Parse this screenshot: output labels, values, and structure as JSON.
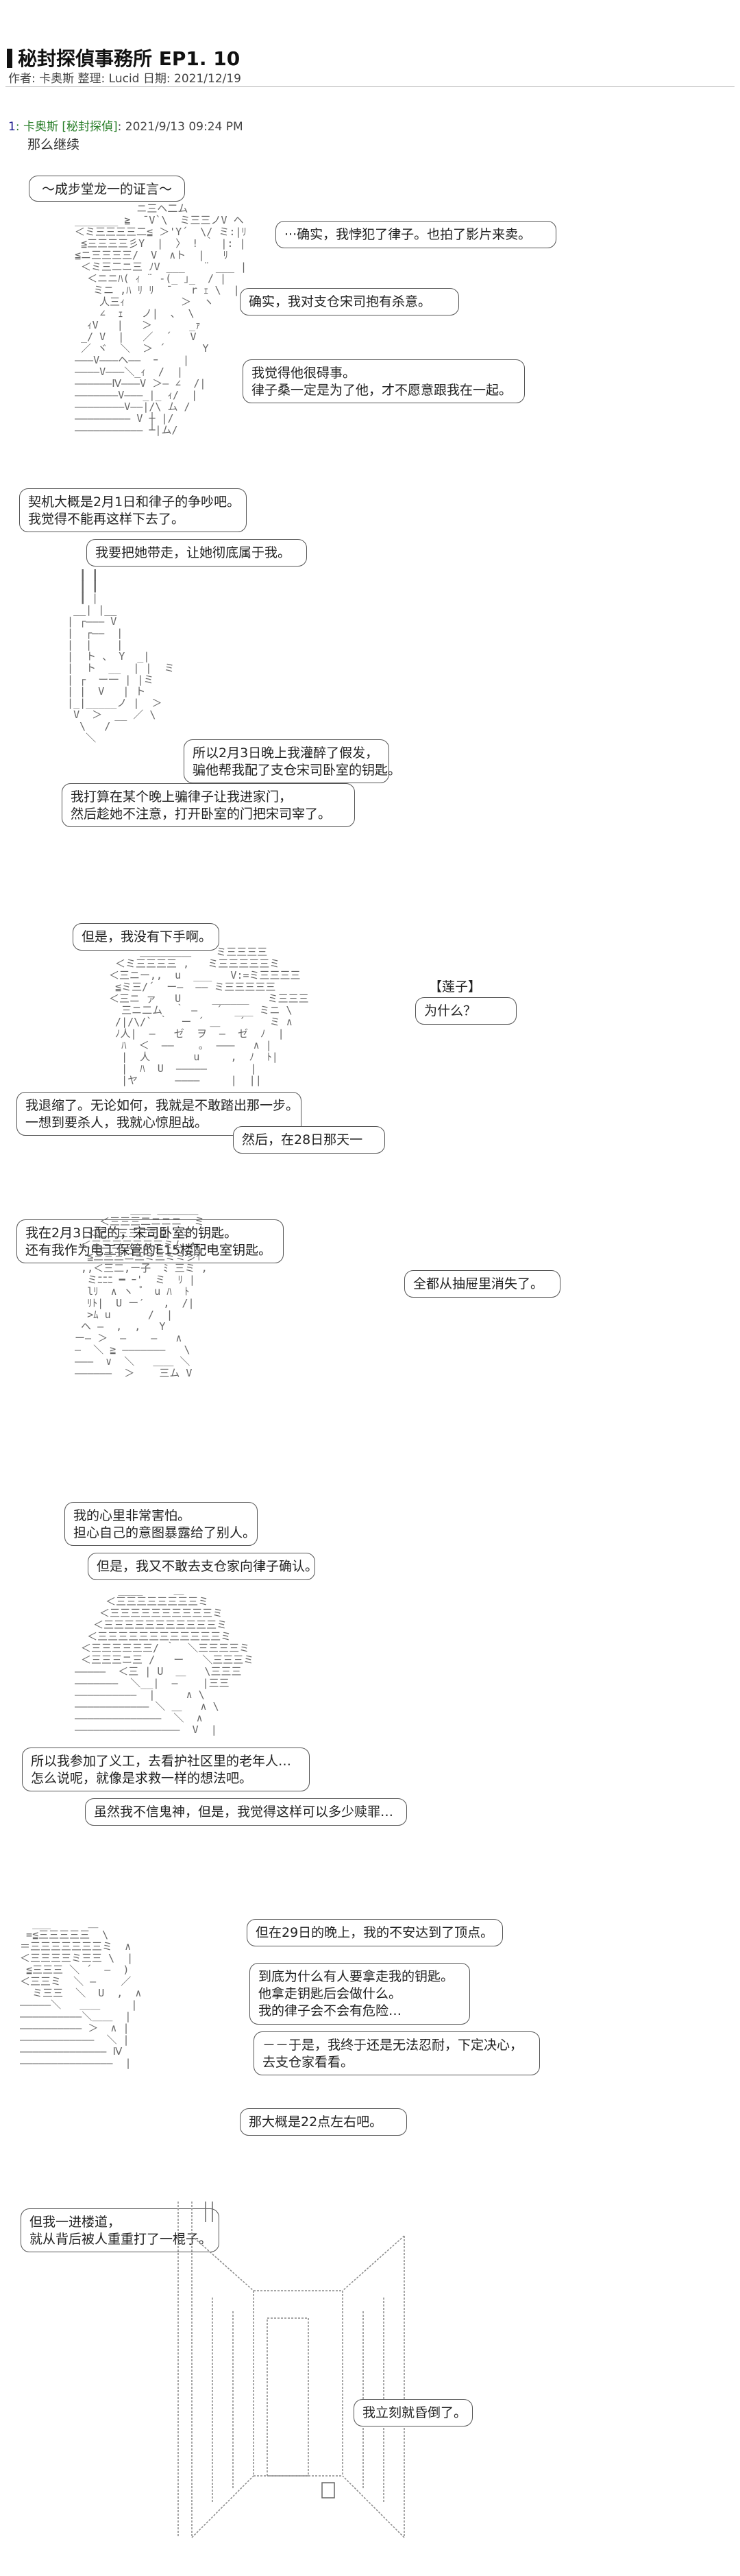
{
  "header": {
    "title": "秘封探偵事務所 EP1. 10",
    "meta": "作者: 卡奥斯 整理: Lucid 日期: 2021/12/19"
  },
  "post": {
    "number": "1",
    "author": ": 卡奥斯 [秘封探偵]",
    "date": ": 2021/9/13 09:24 PM",
    "subtitle": "那么继续"
  },
  "bubbles": {
    "b1": "～成步堂龙一的证言～",
    "b2": "···确实，我悖犯了律子。也拍了影片来卖。",
    "b3": "确实，我对支仓宋司抱有杀意。",
    "b4": "我觉得他很碍事。",
    "b5": "律子桑一定是为了他，才不愿意跟我在一起。",
    "b6": "契机大概是2月1日和律子的争吵吧。",
    "b7": "我觉得不能再这样下去了。",
    "b8": "我要把她带走，让她彻底属于我。",
    "b9": "所以2月3日晚上我灌醉了假发，",
    "b10": "骗他帮我配了支仓宋司卧室的钥匙。",
    "b11": "我打算在某个晚上骗律子让我进家门，",
    "b12": "然后趁她不注意，打开卧室的门把宋司宰了。",
    "b13": "但是，我没有下手啊。",
    "b14": "【莲子】",
    "b15": "为什么？",
    "b16": "我退缩了。无论如何，我就是不敢踏出那一步。",
    "b17": "一想到要杀人，我就心惊胆战。",
    "b18": "然后，在28日那天一",
    "b19": "我在2月3日配的，宋司卧室的钥匙。",
    "b20": "还有我作为电工保管的E15楼配电室钥匙。",
    "b21": "全都从抽屉里消失了。",
    "b22": "我的心里非常害怕。",
    "b23": "担心自己的意图暴露给了别人。",
    "b24": "但是，我又不敢去支仓家向律子确认。",
    "b25": "所以我参加了义工，去看护社区里的老年人…",
    "b26": "怎么说呢，就像是求救一样的想法吧。",
    "b27": "虽然我不信鬼神，但是，我觉得这样可以多少赎罪…",
    "b28": "但在29日的晚上，我的不安达到了顶点。",
    "b29": "到底为什么有人要拿走我的钥匙。",
    "b30": "他拿走钥匙后会做什么。",
    "b31": "我的律子会不会有危险…",
    "b32": "－－于是，我终于还是无法忍耐，下定决心，",
    "b33": "去支仓家看看。",
    "b34": "那大概是22点左右吧。",
    "b35": "但我一进楼道，",
    "b36": "就从背后被人重重打了一棍子。",
    "b37": "我立刻就昏倒了。"
  },
  "art": {
    "a1": "           ニ三ヘ二ム\n _______ ≧  ̄ V`\\  ミ三三ノV ヘ\n ＜ミ三三三三二≦ ＞'Y´  \\/ ミ:|ﾘ\n  ≦三三三三彡Y  |  〉 ! ｀ |: |\n ≦ニ三三三三/  V  ∧ト  |   ﾘ\n  ＜ミ三二ニ三 ﾉV ___   ¨ ___ |\n   ＜ニニﾊ( ｨ ¨ ‐(_ ｣_  / |\n    ミニ ,ﾊ ﾘ ﾘ  ̄    r ｪ \\  |\n     人三ｨ         ＞  ヽ\n     ∠  ｪ   ノ|  ､  \\\n   ｨV   |   ＞      _ｧ\n  _/ V  |   ／  ´   V\n  ／ ヾ  ＼  ＞ ´      Y\n ―――V―――ヘ――  ｰ    |\n ――――V―――＼_ｨ  /  |\n ――――――Ⅳ―――V ＞― ∠  /|\n ―――――――V―――_|_ ｨ/  |\n ――――――――V――|/\\ ム /\n ――――――――― V ┼ |/\n ――――――――――― ┴|ム/",
    "a2": "    ┃ ┃\n    ┃ ┃\n    ┃ |\n   __| |__\n  | ┌――― V\n  |  ┌――  |\n  |  |    |\n  |  ト 、 Y  _|\n  |  ト  __  | |  ミ\n  | ┌  ー一 | |ミ\n  | |  V   | ト\n  |_|_____ノ |  ＞\n   V  ＞  __ ／ \\\n    \\   /\n     ＼",
    "a3": "      ＿＿＿＿＿    ミ三三三三\n  ＜ミ三三三三 ,   ミ三三三三三ミ\n ＜三ニー,,  u  ___   V:=ミ三三三三\n  ≦ミ三/´  ー―  ―― ミ三三三三三\n ＜三ニ ァ   U     ______   ミ三三三\n   三ニ二ム  ｀ ―   ´  ___ ミニ \\\n  /|/\\/` ｀  ー ´ ＿   ´    ミ ∧\n  ﾉ人|  ―   ゼ  ヲ  ―  ゼ  ﾉ  |\n   ﾊ  ＜  ――    ｡  ―――   ∧ |\n   |  人       u     ,  ﾉ  ﾄ|\n   |  ﾊ  U  ―――――       |\n   |ヤ      ――――     |  ||",
    "a4": "          ＿＿ ＿＿＿＿\n     ＜三三三二ニニニ  ミ\n   ＜三三三三三三二  ミ\n  ＜三三三三三三三ミム ∧\n   ≦三三三ニ三ミ三ミミ彡ｲ\n  ,,＜三二,ー子  ﾐ 三ミ ,\n   ミﾆﾆﾆ ━ ｰ'  ミ  ﾘ |\n   lﾘ  ∧ ヽ  ゚  u ﾊ  ﾄ\n   ﾘﾄ|  U ー′   ,  /|\n   >ﾑ u      /  |\n  ヘ ―  ,  ,   Y\n ー― ＞  ―    ―   ∧\n ―  ＼ ≧ ―――――――   \\\n ―――  ∨  ＼   ＿＿ ＼\n ――――――  ＞    三ム V",
    "a5": "        ____     ＿\n      ＜三三三三三三三三ミ\n     ＜三三三三三三三三三三ミ\n    ＜三三三三三三三三三三三ミ\n   ＜三三三三三三三三三三三三ミ\n  ＜三三三三三三/ ｀  ＼三三三三ミ\n  ＜三三三ニ三 /   ー   ＼三三三ミ\n ―――――  ＜三 | U  ＿   \\三三三\n ―――――――  ＼__|  ―    |三三\n ――――――――――  |     ∧ \\\n ―――――――――――― ＼ ＿   ∧ \\\n ――――――――――――――  ＼  ∧\n ―――――――――――――――――  V  |",
    "a6": "   ___      ＿\n  =≦三三三三三  \\\n ＝三三三三三三三ミ  ∧\n ＜三三三三ミ三三 \\  |\n  ≦三三三 ＼ ´  ―  )\n ＜三三ミ  ＼ ―    ／\n   ミ三三  ＼  U  ,  ∧\n ―――――＼   ＿＿     |\n ――――――――――＼＿＿  |\n ―――――――――― ＞  ∧ |\n ――――――――――――  ＼ |\n ―――――――――――――― Ⅳ\n ―――――――――――――――  |"
  }
}
